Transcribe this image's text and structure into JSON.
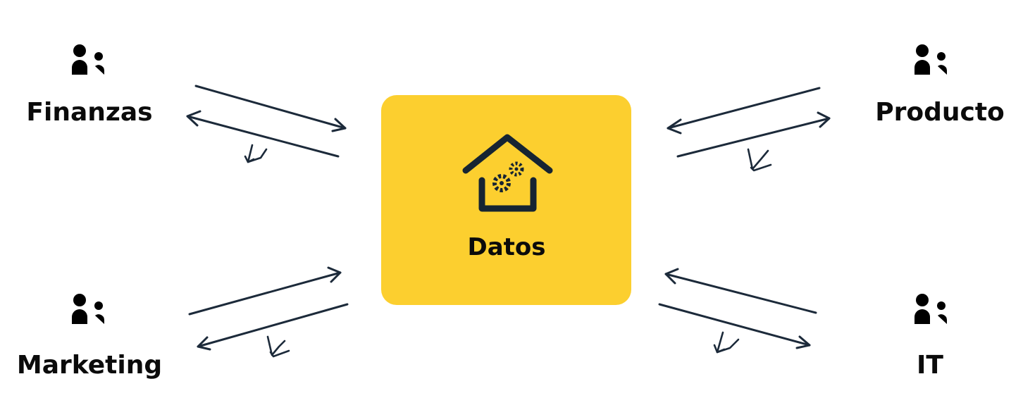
{
  "hub": {
    "label": "Datos",
    "color": "#fccf2f",
    "icon": "data-warehouse-icon"
  },
  "departments": {
    "finanzas": {
      "label": "Finanzas",
      "icon": "people-icon"
    },
    "producto": {
      "label": "Producto",
      "icon": "people-icon"
    },
    "marketing": {
      "label": "Marketing",
      "icon": "people-icon"
    },
    "it": {
      "label": "IT",
      "icon": "people-icon"
    }
  },
  "colors": {
    "line": "#1c2a3a",
    "text": "#0b0b0b",
    "hub": "#fccf2f"
  }
}
